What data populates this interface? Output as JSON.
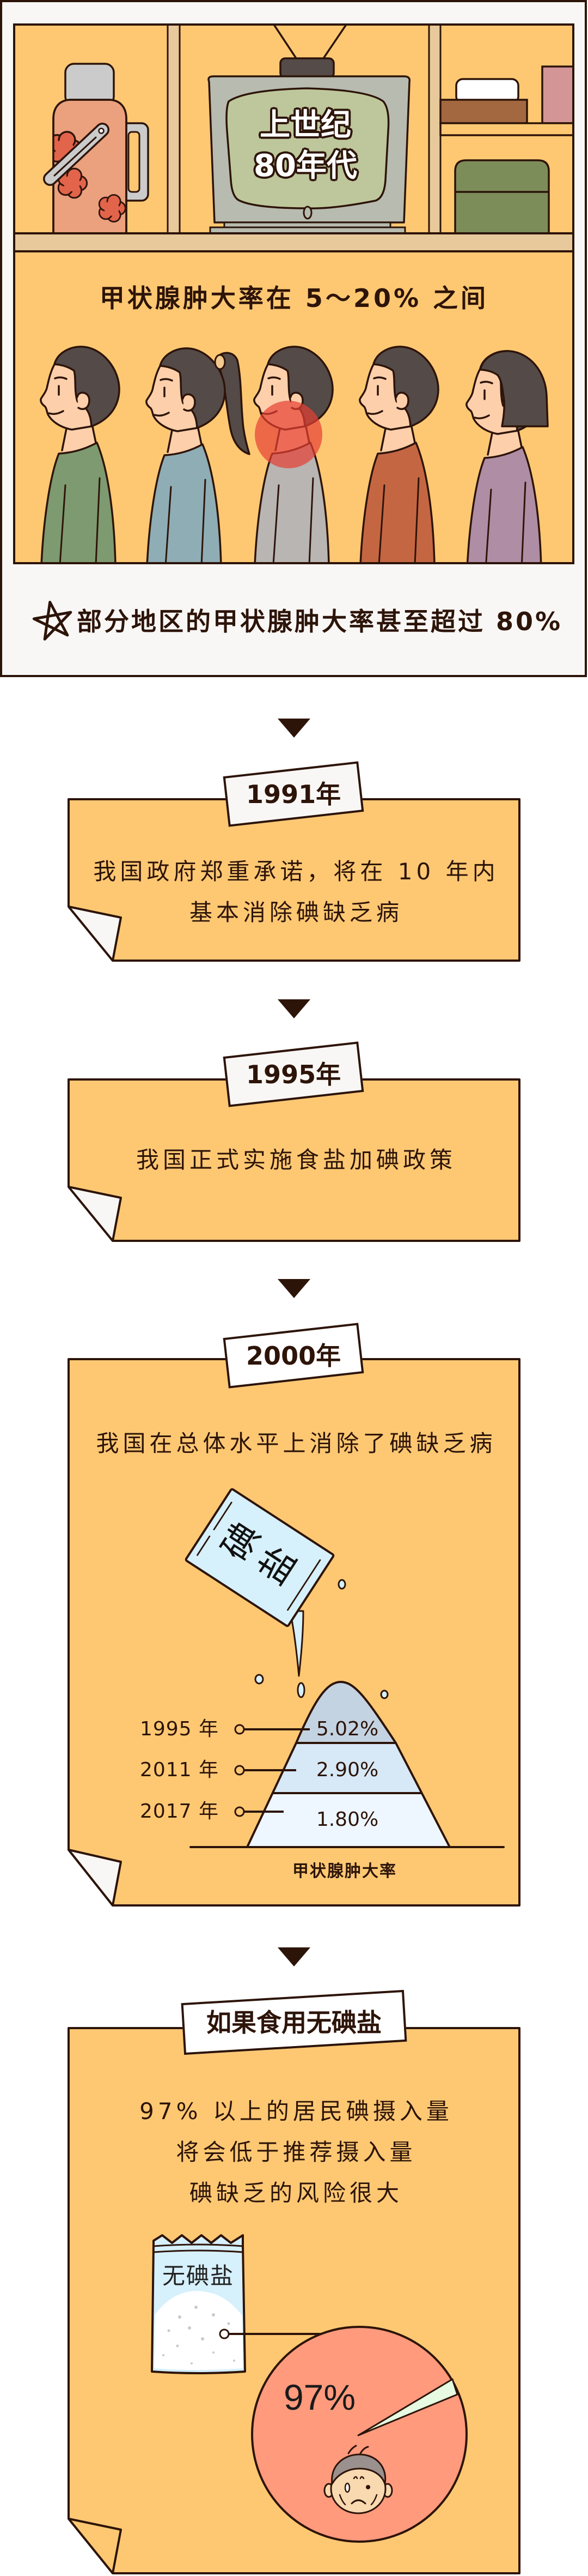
{
  "colors": {
    "dark": "#2d1409",
    "card": "#fec873",
    "paper": "#f9f7f5",
    "highlight_red": "#e63f33",
    "pie": "#ff9a7d",
    "pie_slice": "#e6fbe1"
  },
  "intro": {
    "tv_screen": {
      "line1": "上世纪",
      "line2": "80年代"
    },
    "headline": "甲状腺肿大率在 5～20% 之间",
    "people": [
      {
        "shirt_color": "#7e9a70",
        "hair": "short"
      },
      {
        "shirt_color": "#8fadb5",
        "hair": "ponytail"
      },
      {
        "shirt_color": "#b8b5b3",
        "hair": "short",
        "neck_highlighted": true
      },
      {
        "shirt_color": "#c56643",
        "hair": "short"
      },
      {
        "shirt_color": "#af8da4",
        "hair": "bob"
      }
    ],
    "note": {
      "icon": "star-icon",
      "text": "部分地区的甲状腺肿大率甚至超过 80%"
    }
  },
  "flow_arrow_icon": "triangle-down-icon",
  "timeline": [
    {
      "label": "1991年",
      "lines": [
        "我国政府郑重承诺，将在 10 年内",
        "基本消除碘缺乏病"
      ]
    },
    {
      "label": "1995年",
      "lines": [
        "我国正式实施食盐加碘政策"
      ]
    },
    {
      "label": "2000年",
      "lines": [
        "我国在总体水平上消除了碘缺乏病"
      ],
      "packet_label": "碘盐",
      "chart": {
        "caption": "甲状腺肿大率",
        "rows": [
          {
            "year": "1995 年",
            "value": "5.02%"
          },
          {
            "year": "2011 年",
            "value": "2.90%"
          },
          {
            "year": "2017 年",
            "value": "1.80%"
          }
        ]
      }
    },
    {
      "label": "如果食用无碘盐",
      "lines": [
        "97% 以上的居民碘摄入量",
        "将会低于推荐摄入量",
        "碘缺乏的风险很大"
      ],
      "bag_label": "无碘盐",
      "pie_label": "97%"
    }
  ],
  "chart_data": [
    {
      "type": "bar",
      "title": "甲状腺肿大率",
      "categories": [
        "1995 年",
        "2011 年",
        "2017 年"
      ],
      "values": [
        5.02,
        2.9,
        1.8
      ],
      "unit": "%",
      "xlabel": "甲状腺肿大率",
      "ylabel": "",
      "grid": false,
      "style": "stacked pyramid/mountain layers, top layer = 1995"
    },
    {
      "type": "pie",
      "labels": [
        "97%"
      ],
      "values": [
        97,
        3
      ],
      "title": "",
      "legend": false
    }
  ]
}
